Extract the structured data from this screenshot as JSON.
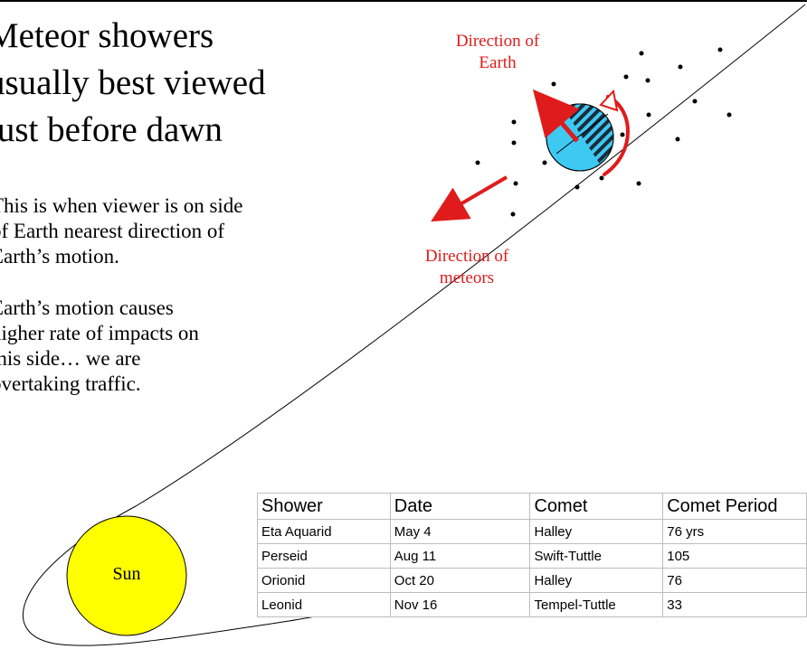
{
  "slide": {
    "title": "Meteor showers\nusually best viewed\njust before dawn",
    "bullets": [
      "This is when viewer is on side of Earth nearest direction of Earth’s motion.",
      "Earth’s motion causes higher rate of impacts on this side… we are overtaking traffic."
    ]
  },
  "diagram": {
    "direction_earth": "Direction of\nEarth",
    "direction_meteors": "Direction of\nmeteors",
    "sun": "Sun",
    "colors": {
      "arrow": "#e01b1b",
      "earth": "#3ec9f2",
      "sun": "#ffff00",
      "dark": "#1b2b3a"
    }
  },
  "table": {
    "headers": [
      "Shower",
      "Date",
      "Comet",
      "Comet Period"
    ],
    "rows": [
      [
        "Eta Aquarid",
        "May 4",
        "Halley",
        " 76 yrs"
      ],
      [
        "Perseid",
        "Aug 11",
        "Swift-Tuttle",
        "105"
      ],
      [
        "Orionid",
        "Oct 20",
        "Halley",
        " 76"
      ],
      [
        "Leonid",
        "Nov 16",
        "Tempel-Tuttle",
        " 33"
      ]
    ]
  }
}
